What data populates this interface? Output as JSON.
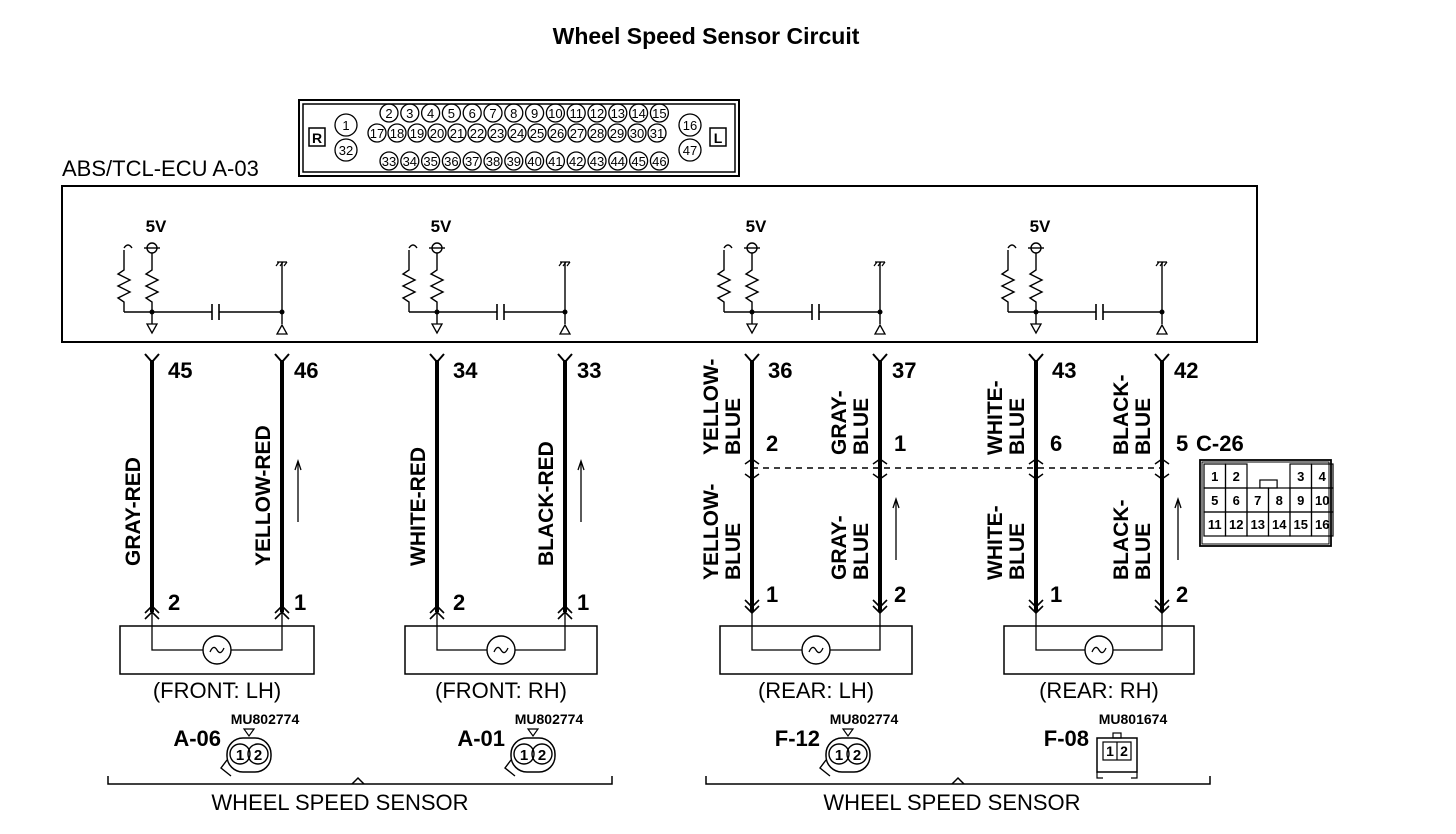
{
  "title": "Wheel Speed Sensor Circuit",
  "ecu": {
    "name": "ABS/TCL-ECU  A-03",
    "supply_label": "5V",
    "pin_left_marker": "R",
    "pin_right_marker": "L",
    "connector_rows": [
      [
        "1"
      ],
      [
        "2",
        "3",
        "4",
        "5",
        "6",
        "7",
        "8",
        "9",
        "10",
        "11",
        "12",
        "13",
        "14",
        "15"
      ],
      [
        "17",
        "18",
        "19",
        "20",
        "21",
        "22",
        "23",
        "24",
        "25",
        "26",
        "27",
        "28",
        "29",
        "30",
        "31"
      ],
      [
        "32"
      ],
      [
        "33",
        "34",
        "35",
        "36",
        "37",
        "38",
        "39",
        "40",
        "41",
        "42",
        "43",
        "44",
        "45",
        "46"
      ],
      [
        "16"
      ],
      [
        "47"
      ]
    ]
  },
  "channels": [
    {
      "pins": [
        "45",
        "46"
      ],
      "wires_upper": [],
      "wires_lower": [
        "GRAY-RED",
        "YELLOW-RED"
      ],
      "sensor_pins": [
        "2",
        "1"
      ],
      "position": "(FRONT: LH)",
      "connector_id": "A-06",
      "part_no": "MU802774",
      "conn_pins": [
        "1",
        "2"
      ]
    },
    {
      "pins": [
        "34",
        "33"
      ],
      "wires_upper": [],
      "wires_lower": [
        "WHITE-RED",
        "BLACK-RED"
      ],
      "sensor_pins": [
        "2",
        "1"
      ],
      "position": "(FRONT: RH)",
      "connector_id": "A-01",
      "part_no": "MU802774",
      "conn_pins": [
        "1",
        "2"
      ]
    },
    {
      "pins": [
        "36",
        "37"
      ],
      "wires_upper": [
        [
          "YELLOW-",
          "BLUE"
        ],
        [
          "GRAY-",
          "BLUE"
        ]
      ],
      "joint_pins": [
        "2",
        "1"
      ],
      "wires_lower": [
        [
          "YELLOW-",
          "BLUE"
        ],
        [
          "GRAY-",
          "BLUE"
        ]
      ],
      "sensor_pins": [
        "1",
        "2"
      ],
      "position": "(REAR: LH)",
      "connector_id": "F-12",
      "part_no": "MU802774",
      "conn_pins": [
        "1",
        "2"
      ]
    },
    {
      "pins": [
        "43",
        "42"
      ],
      "wires_upper": [
        [
          "WHITE-",
          "BLUE"
        ],
        [
          "BLACK-",
          "BLUE"
        ]
      ],
      "joint_pins": [
        "6",
        "5"
      ],
      "wires_lower": [
        [
          "WHITE-",
          "BLUE"
        ],
        [
          "BLACK-",
          "BLUE"
        ]
      ],
      "sensor_pins": [
        "1",
        "2"
      ],
      "position": "(REAR: RH)",
      "connector_id": "F-08",
      "part_no": "MU801674",
      "conn_pins": [
        "1",
        "2"
      ]
    }
  ],
  "joint_connector": {
    "id": "C-26",
    "rows": [
      [
        "1",
        "2",
        "",
        "",
        "3",
        "4"
      ],
      [
        "5",
        "6",
        "7",
        "8",
        "9",
        "10"
      ],
      [
        "11",
        "12",
        "13",
        "14",
        "15",
        "16"
      ]
    ]
  },
  "group_labels": [
    "WHEEL SPEED SENSOR",
    "WHEEL SPEED SENSOR"
  ]
}
